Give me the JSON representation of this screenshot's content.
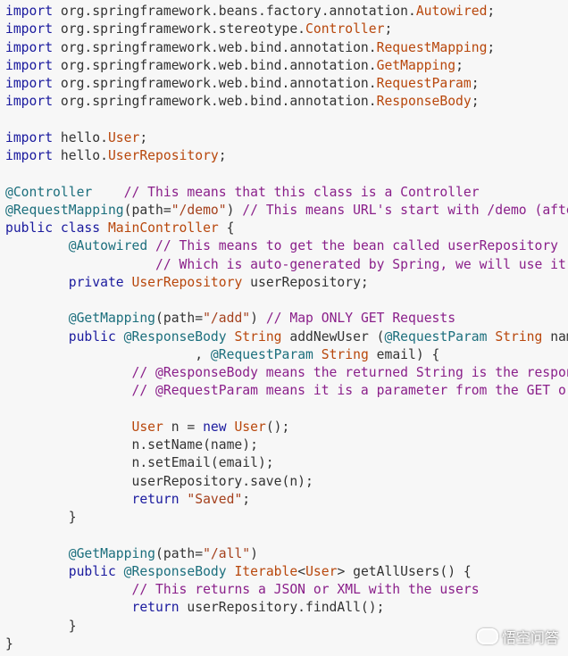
{
  "code_lines": [
    [
      [
        "import",
        "kw"
      ],
      [
        " org.springframework.beans.factory.annotation.",
        "pl"
      ],
      [
        "Autowired",
        "ty"
      ],
      [
        ";",
        "pl"
      ]
    ],
    [
      [
        "import",
        "kw"
      ],
      [
        " org.springframework.stereotype.",
        "pl"
      ],
      [
        "Controller",
        "ty"
      ],
      [
        ";",
        "pl"
      ]
    ],
    [
      [
        "import",
        "kw"
      ],
      [
        " org.springframework.web.bind.annotation.",
        "pl"
      ],
      [
        "RequestMapping",
        "ty"
      ],
      [
        ";",
        "pl"
      ]
    ],
    [
      [
        "import",
        "kw"
      ],
      [
        " org.springframework.web.bind.annotation.",
        "pl"
      ],
      [
        "GetMapping",
        "ty"
      ],
      [
        ";",
        "pl"
      ]
    ],
    [
      [
        "import",
        "kw"
      ],
      [
        " org.springframework.web.bind.annotation.",
        "pl"
      ],
      [
        "RequestParam",
        "ty"
      ],
      [
        ";",
        "pl"
      ]
    ],
    [
      [
        "import",
        "kw"
      ],
      [
        " org.springframework.web.bind.annotation.",
        "pl"
      ],
      [
        "ResponseBody",
        "ty"
      ],
      [
        ";",
        "pl"
      ]
    ],
    [],
    [
      [
        "import",
        "kw"
      ],
      [
        " hello.",
        "pl"
      ],
      [
        "User",
        "ty"
      ],
      [
        ";",
        "pl"
      ]
    ],
    [
      [
        "import",
        "kw"
      ],
      [
        " hello.",
        "pl"
      ],
      [
        "UserRepository",
        "ty"
      ],
      [
        ";",
        "pl"
      ]
    ],
    [],
    [
      [
        "@Controller",
        "an"
      ],
      [
        "    ",
        "pl"
      ],
      [
        "// This means that this class is a Controller",
        "cm"
      ]
    ],
    [
      [
        "@RequestMapping",
        "an"
      ],
      [
        "(path=",
        "pl"
      ],
      [
        "\"/demo\"",
        "st"
      ],
      [
        ") ",
        "pl"
      ],
      [
        "// This means URL's start with /demo (after Application path)",
        "cm"
      ]
    ],
    [
      [
        "public",
        "kw"
      ],
      [
        " ",
        "pl"
      ],
      [
        "class",
        "kw"
      ],
      [
        " ",
        "pl"
      ],
      [
        "MainController",
        "ty"
      ],
      [
        " {",
        "pl"
      ]
    ],
    [
      [
        "        ",
        "pl"
      ],
      [
        "@Autowired",
        "an"
      ],
      [
        " ",
        "pl"
      ],
      [
        "// This means to get the bean called userRepository",
        "cm"
      ]
    ],
    [
      [
        "                   ",
        "pl"
      ],
      [
        "// Which is auto-generated by Spring, we will use it to handle the data",
        "cm"
      ]
    ],
    [
      [
        "        ",
        "pl"
      ],
      [
        "private",
        "kw"
      ],
      [
        " ",
        "pl"
      ],
      [
        "UserRepository",
        "ty"
      ],
      [
        " userRepository;",
        "pl"
      ]
    ],
    [],
    [
      [
        "        ",
        "pl"
      ],
      [
        "@GetMapping",
        "an"
      ],
      [
        "(path=",
        "pl"
      ],
      [
        "\"/add\"",
        "st"
      ],
      [
        ") ",
        "pl"
      ],
      [
        "// Map ONLY GET Requests",
        "cm"
      ]
    ],
    [
      [
        "        ",
        "pl"
      ],
      [
        "public",
        "kw"
      ],
      [
        " ",
        "pl"
      ],
      [
        "@ResponseBody",
        "an"
      ],
      [
        " ",
        "pl"
      ],
      [
        "String",
        "ty"
      ],
      [
        " addNewUser (",
        "pl"
      ],
      [
        "@RequestParam",
        "an"
      ],
      [
        " ",
        "pl"
      ],
      [
        "String",
        "ty"
      ],
      [
        " name",
        "pl"
      ]
    ],
    [
      [
        "                        , ",
        "pl"
      ],
      [
        "@RequestParam",
        "an"
      ],
      [
        " ",
        "pl"
      ],
      [
        "String",
        "ty"
      ],
      [
        " email) {",
        "pl"
      ]
    ],
    [
      [
        "                ",
        "pl"
      ],
      [
        "// @ResponseBody means the returned String is the response, not a view name",
        "cm"
      ]
    ],
    [
      [
        "                ",
        "pl"
      ],
      [
        "// @RequestParam means it is a parameter from the GET or POST request",
        "cm"
      ]
    ],
    [],
    [
      [
        "                ",
        "pl"
      ],
      [
        "User",
        "ty"
      ],
      [
        " n = ",
        "pl"
      ],
      [
        "new",
        "kw"
      ],
      [
        " ",
        "pl"
      ],
      [
        "User",
        "ty"
      ],
      [
        "();",
        "pl"
      ]
    ],
    [
      [
        "                n.setName(name);",
        "pl"
      ]
    ],
    [
      [
        "                n.setEmail(email);",
        "pl"
      ]
    ],
    [
      [
        "                userRepository.save(n);",
        "pl"
      ]
    ],
    [
      [
        "                ",
        "pl"
      ],
      [
        "return",
        "kw"
      ],
      [
        " ",
        "pl"
      ],
      [
        "\"Saved\"",
        "st"
      ],
      [
        ";",
        "pl"
      ]
    ],
    [
      [
        "        }",
        "pl"
      ]
    ],
    [],
    [
      [
        "        ",
        "pl"
      ],
      [
        "@GetMapping",
        "an"
      ],
      [
        "(path=",
        "pl"
      ],
      [
        "\"/all\"",
        "st"
      ],
      [
        ")",
        "pl"
      ]
    ],
    [
      [
        "        ",
        "pl"
      ],
      [
        "public",
        "kw"
      ],
      [
        " ",
        "pl"
      ],
      [
        "@ResponseBody",
        "an"
      ],
      [
        " ",
        "pl"
      ],
      [
        "Iterable",
        "ty"
      ],
      [
        "<",
        "pl"
      ],
      [
        "User",
        "ty"
      ],
      [
        "> getAllUsers() {",
        "pl"
      ]
    ],
    [
      [
        "                ",
        "pl"
      ],
      [
        "// This returns a JSON or XML with the users",
        "cm"
      ]
    ],
    [
      [
        "                ",
        "pl"
      ],
      [
        "return",
        "kw"
      ],
      [
        " userRepository.findAll();",
        "pl"
      ]
    ],
    [
      [
        "        }",
        "pl"
      ]
    ],
    [
      [
        "}",
        "pl"
      ]
    ]
  ],
  "watermark": {
    "text": "悟空问答",
    "icon": "chat-bubble-icon"
  },
  "colors": {
    "background": "#f7f7f7",
    "keyword": "#1a1a9e",
    "type": "#b8470c",
    "annotation": "#1c6f7d",
    "string": "#a4401c",
    "comment": "#8a1f8a",
    "plain": "#333333"
  }
}
